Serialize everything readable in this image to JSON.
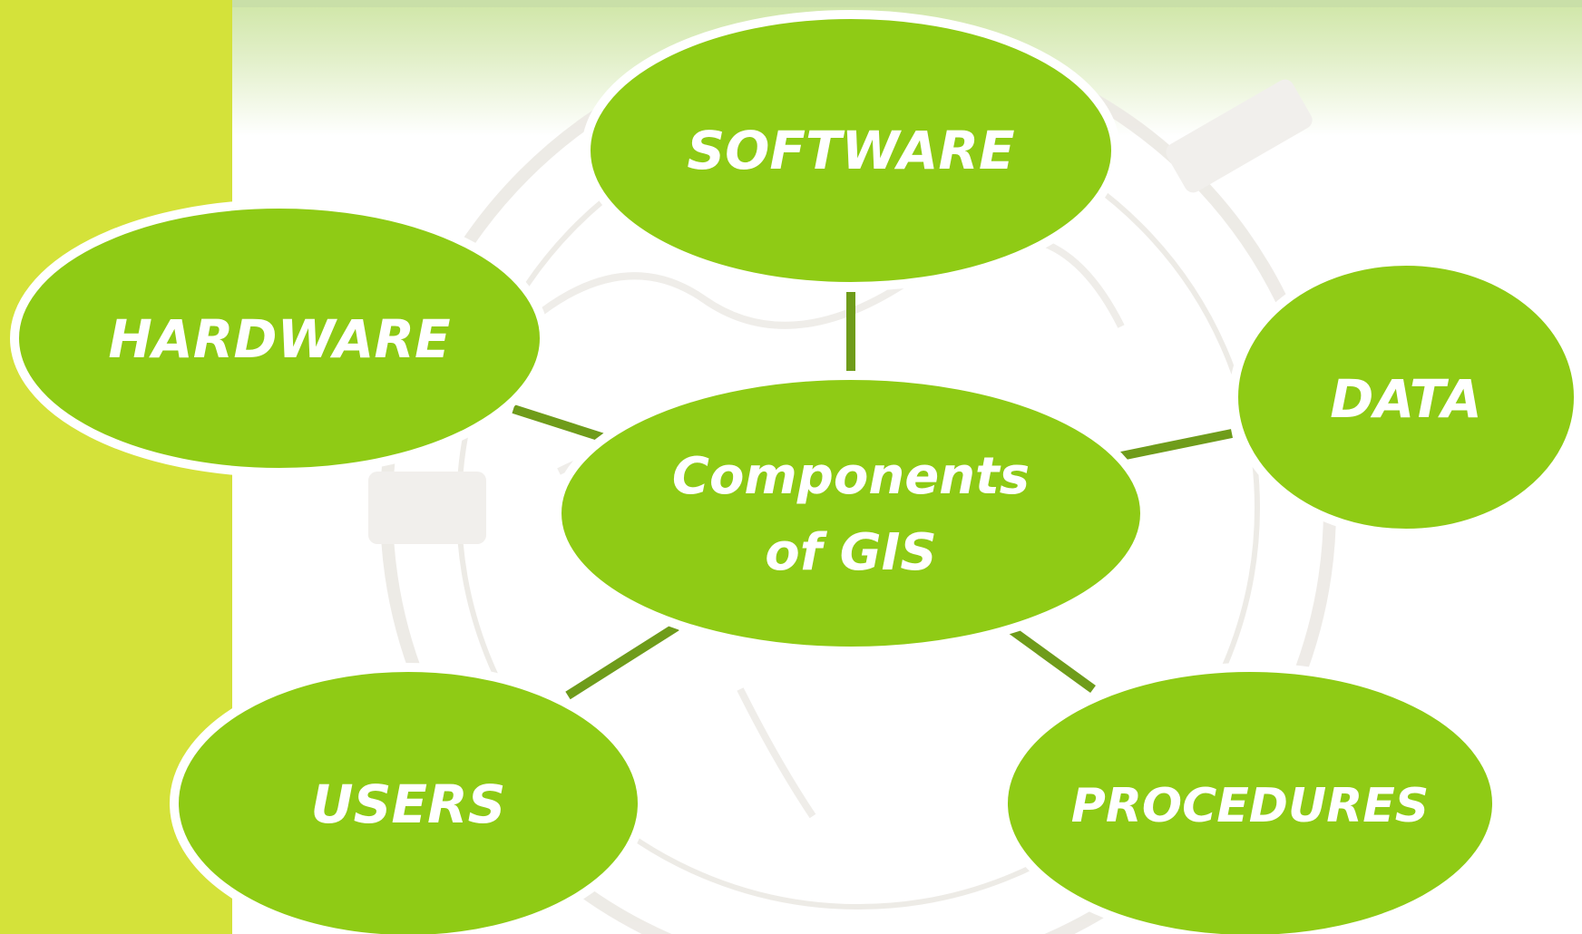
{
  "diagram": {
    "center": {
      "label_line1": "Components",
      "label_line2": "of  GIS"
    },
    "nodes": {
      "software": "SOFTWARE",
      "hardware": "HARDWARE",
      "data": "DATA",
      "users": "USERS",
      "procedures": "PROCEDURES"
    },
    "colors": {
      "node_fill": "#8fcb15",
      "node_outline": "#ffffff",
      "connector": "#6f9c1a",
      "left_bar": "#d4e23a",
      "text": "#ffffff"
    }
  }
}
